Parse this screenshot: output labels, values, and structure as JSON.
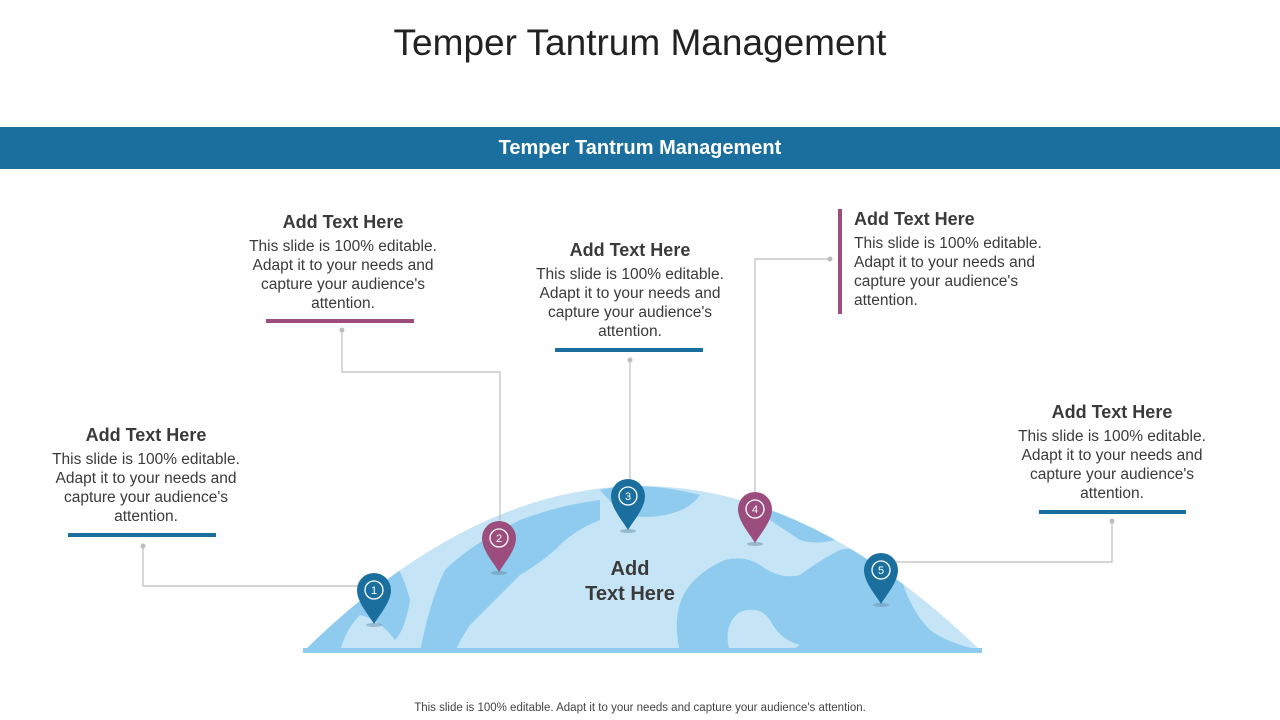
{
  "title": "Temper Tantrum Management",
  "banner": "Temper Tantrum Management",
  "center_label_line1": "Add",
  "center_label_line2": "Text Here",
  "footer": "This slide is 100% editable. Adapt it to your needs and capture your audience's attention.",
  "colors": {
    "blue": "#1a6f9e",
    "purple": "#9b4d7e",
    "globe_light": "#c5e4f6",
    "globe_mid": "#8ecbee",
    "connector": "#bdbdbd"
  },
  "items": [
    {
      "number": "1",
      "heading": "Add Text Here",
      "body": "This slide is 100% editable. Adapt it to your needs and capture your audience's attention.",
      "color": "blue"
    },
    {
      "number": "2",
      "heading": "Add Text Here",
      "body": "This slide is 100% editable. Adapt it to your needs and capture your audience's attention.",
      "color": "purple"
    },
    {
      "number": "3",
      "heading": "Add Text Here",
      "body": "This slide is 100% editable. Adapt it to your needs and capture your audience's attention.",
      "color": "blue"
    },
    {
      "number": "4",
      "heading": "Add Text Here",
      "body": "This slide is 100% editable. Adapt it to your needs and capture your audience's attention.",
      "color": "purple"
    },
    {
      "number": "5",
      "heading": "Add Text Here",
      "body": "This slide is 100% editable. Adapt it to your needs and capture your audience's attention.",
      "color": "blue"
    }
  ]
}
